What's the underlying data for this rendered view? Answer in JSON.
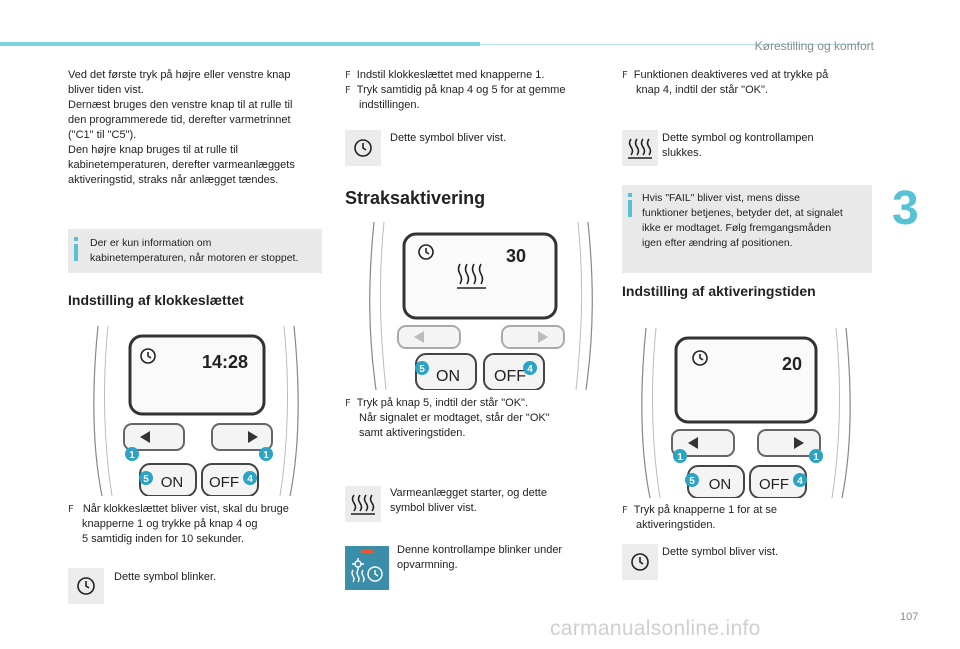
{
  "header": {
    "title": "Kørestilling og komfort",
    "page_number": "107",
    "chapter_tab": "3"
  },
  "watermark": "carmanualsonline.info",
  "col1": {
    "intro": [
      "Ved det første tryk på højre eller venstre knap",
      "bliver tiden vist.",
      "Dernæst bruges den venstre knap til at rulle til",
      "den programmerede tid, derefter varmetrinnet",
      "(\"C1\" til \"C5\").",
      "Den højre knap bruges til at rulle til",
      "kabinetemperaturen, derefter varmeanlæggets",
      "aktiveringstid, straks når anlægget tændes."
    ],
    "info_lines": [
      "Der er kun information om",
      "kabinetemperaturen, når motoren er stoppet."
    ],
    "section_title": "Indstilling af klokkeslættet",
    "remote_display": "14:28",
    "bullet_lines": [
      "Når klokkeslættet bliver vist, skal du bruge",
      "knapperne 1 og trykke på knap 4 og",
      "5 samtidig inden for 10 sekunder."
    ],
    "symbol_text": "Dette symbol blinker."
  },
  "col2": {
    "bullet1": [
      "Indstil klokkeslættet med knapperne 1.",
      "Tryk samtidig på knap 4 og 5 for at gemme",
      "indstillingen."
    ],
    "symbol1_text": "Dette symbol bliver vist.",
    "section_title": "Straksaktivering",
    "remote_display": "30",
    "bullet2": [
      "Tryk på knap 5, indtil der står \"OK\".",
      "Når signalet er modtaget, står der \"OK\"",
      "samt aktiveringstiden."
    ],
    "symbol2_text": [
      "Varmeanlægget starter, og dette",
      "symbol bliver vist."
    ],
    "symbol3_text": [
      "Denne kontrollampe blinker under",
      "opvarmning."
    ]
  },
  "col3": {
    "bullet1": [
      "Funktionen deaktiveres ved at trykke på",
      "knap 4, indtil der står \"OK\"."
    ],
    "symbol1_text": [
      "Dette symbol og kontrollampen",
      "slukkes."
    ],
    "info_lines": [
      "Hvis \"FAIL\" bliver vist, mens disse",
      "funktioner betjenes, betyder det, at signalet",
      "ikke er modtaget. Følg fremgangsmåden",
      "igen efter ændring af positionen."
    ],
    "section_title": "Indstilling af aktiveringstiden",
    "remote_display": "20",
    "bullet2": [
      "Tryk på knapperne 1 for at se",
      "aktiveringstiden."
    ],
    "symbol2_text": "Dette symbol bliver vist."
  },
  "remote": {
    "on_label": "ON",
    "off_label": "OFF",
    "badge_1": "1",
    "badge_4": "4",
    "badge_5": "5"
  },
  "colors": {
    "accent": "#56c2d4",
    "badge": "#2aa3c4",
    "remote_dark": "#3a3a3a"
  }
}
